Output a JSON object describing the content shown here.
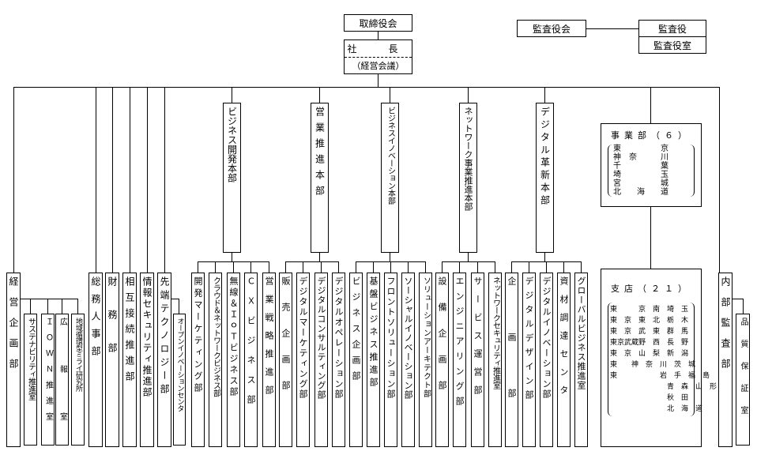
{
  "top": {
    "board": "取締役会",
    "president": "社　長",
    "management_meeting": "（経営会議）",
    "audit_board": "監査役会",
    "auditor": "監査役",
    "audit_office": "監査役室"
  },
  "hq": [
    "ビジネス開発本部",
    "営業推進本部",
    "ビジネスイノベーション本部",
    "ネットワーク事業推進本部",
    "デジタル革新本部"
  ],
  "staff": [
    "経営企画部",
    "総務人事部",
    "財務部",
    "相互接続推進部",
    "情報セキュリティ推進部",
    "先端テクノロジー部"
  ],
  "keiei_sub": [
    "サステナビリティ推進室",
    "ＩＯＷＮ推進室",
    "広報室",
    "地域循環型ミライ研究所"
  ],
  "sentan_sub": [
    "オープンイノベーションセンタ"
  ],
  "hq_depts": [
    [
      "開発マーケティング部",
      "クラウド＆ネットワークビジネス部",
      "無線＆ＩｏＴビジネス部",
      "ＣＸビジネス部",
      "営業戦略推進部"
    ],
    [
      "販売企画部",
      "デジタルマーケティング部",
      "デジタルコンサルティング部",
      "デジタルオペレーション部"
    ],
    [
      "ビジネス企画部",
      "基盤ビジネス推進部",
      "フロントソリューション部",
      "ソーシャルイノベーション部",
      "ソリューションアーキテクト部"
    ],
    [
      "設備企画部",
      "エンジニアリング部",
      "サービス運営部",
      "ネットワークセキュリティ推進室"
    ],
    [
      "企画部",
      "デジタルデザイン部",
      "デジタルイノベーション部",
      "資材調達センタ",
      "グローバルビジネス推進室"
    ]
  ],
  "jigyobu": {
    "title": "事業部（６）",
    "rows": [
      "東　　　　　京",
      "神　奈　　　川",
      "千　　　　　葉",
      "埼　　　　　玉",
      "宮　　　　　城",
      "北　　海　　道"
    ]
  },
  "shiten": {
    "title": "支店（２１）",
    "rows": [
      "東　　　京　南　埼　玉",
      "東　京　東　北　栃　木",
      "東　京　武　東　群　馬",
      "東京武蔵野　西　長　野",
      "東　京　山　梨　新　潟",
      "東　　神　奈　川　茨　城",
      "東　　　　　　岩　手　福　島",
      "　　　　　　　　青　森　山　形",
      "　　　　　　　　秋　田",
      "　　　　　　　　北　海　道"
    ]
  },
  "audit": {
    "dept": "内部監査部",
    "sub": "品質保証室"
  }
}
